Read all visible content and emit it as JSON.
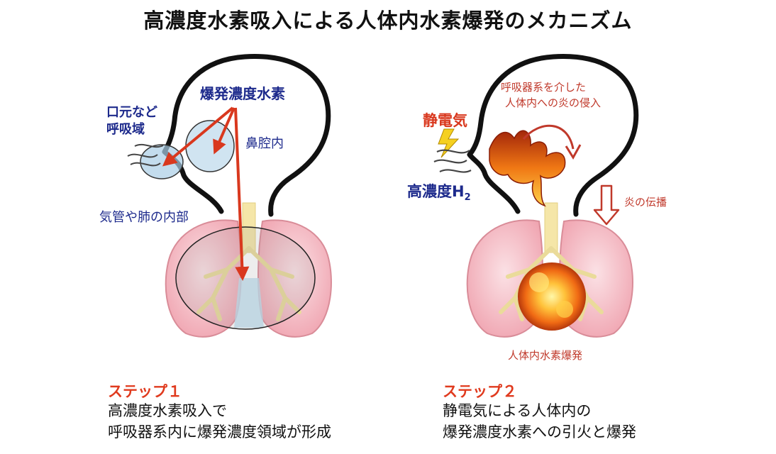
{
  "title": "高濃度水素吸入による人体内水素爆発のメカニズム",
  "left_panel": {
    "label_explosive": "爆発濃度水素",
    "label_mouth_line1": "口元など",
    "label_mouth_line2": "呼吸域",
    "label_nasal": "鼻腔内",
    "label_trachea": "気管や肺の内部"
  },
  "right_panel": {
    "label_static": "静電気",
    "label_h2_main": "高濃度H",
    "label_h2_sub": "2",
    "label_invasion_line1": "呼吸器系を介した",
    "label_invasion_line2": "人体内への炎の侵入",
    "label_propagation": "炎の伝播",
    "label_explosion": "人体内水素爆発"
  },
  "step1": {
    "heading": "ステップ１",
    "line1": "高濃度水素吸入で",
    "line2": "呼吸器系内に爆発濃度領域が形成"
  },
  "step2": {
    "heading": "ステップ２",
    "line1": "静電気による人体内の",
    "line2": "爆発濃度水素への引火と爆発"
  },
  "colors": {
    "navy": "#1d2a8c",
    "arrow_red": "#d9381e",
    "lung_pink": "#f4b6bf",
    "flame_orange": "#f08a1c"
  }
}
